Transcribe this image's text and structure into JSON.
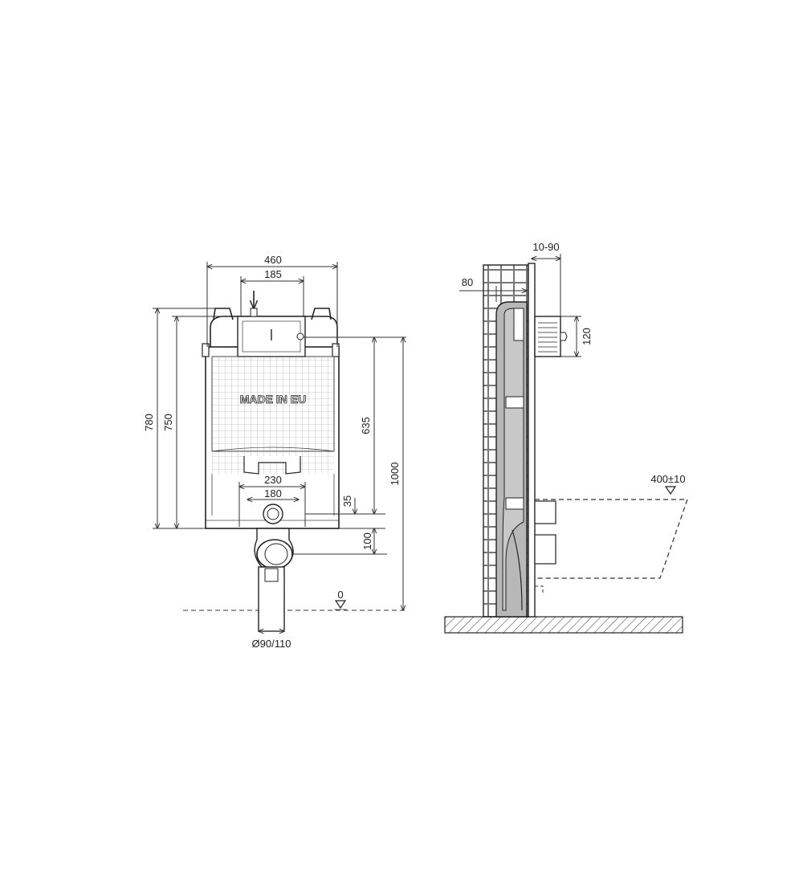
{
  "front_view": {
    "width_total": "460",
    "width_top_opening": "185",
    "height_frame": "780",
    "height_tank": "750",
    "height_flush_plate": "635",
    "height_overall": "1000",
    "width_feet": "230",
    "width_outlet_spacing": "180",
    "height_outlet_offset": "35",
    "height_drain_offset": "100",
    "floor_level": "0",
    "drain_diameter": "Ø90/110",
    "stamp_text": "MADE IN EU"
  },
  "side_view": {
    "wall_adjust_range": "10-90",
    "frame_depth": "80",
    "cistern_box_height": "120",
    "bowl_height": "400±10"
  },
  "colors": {
    "line": "#222222",
    "frame_fill": "#b8b8b8",
    "tile_line": "#555555",
    "grid_line": "#9a9a9a"
  }
}
